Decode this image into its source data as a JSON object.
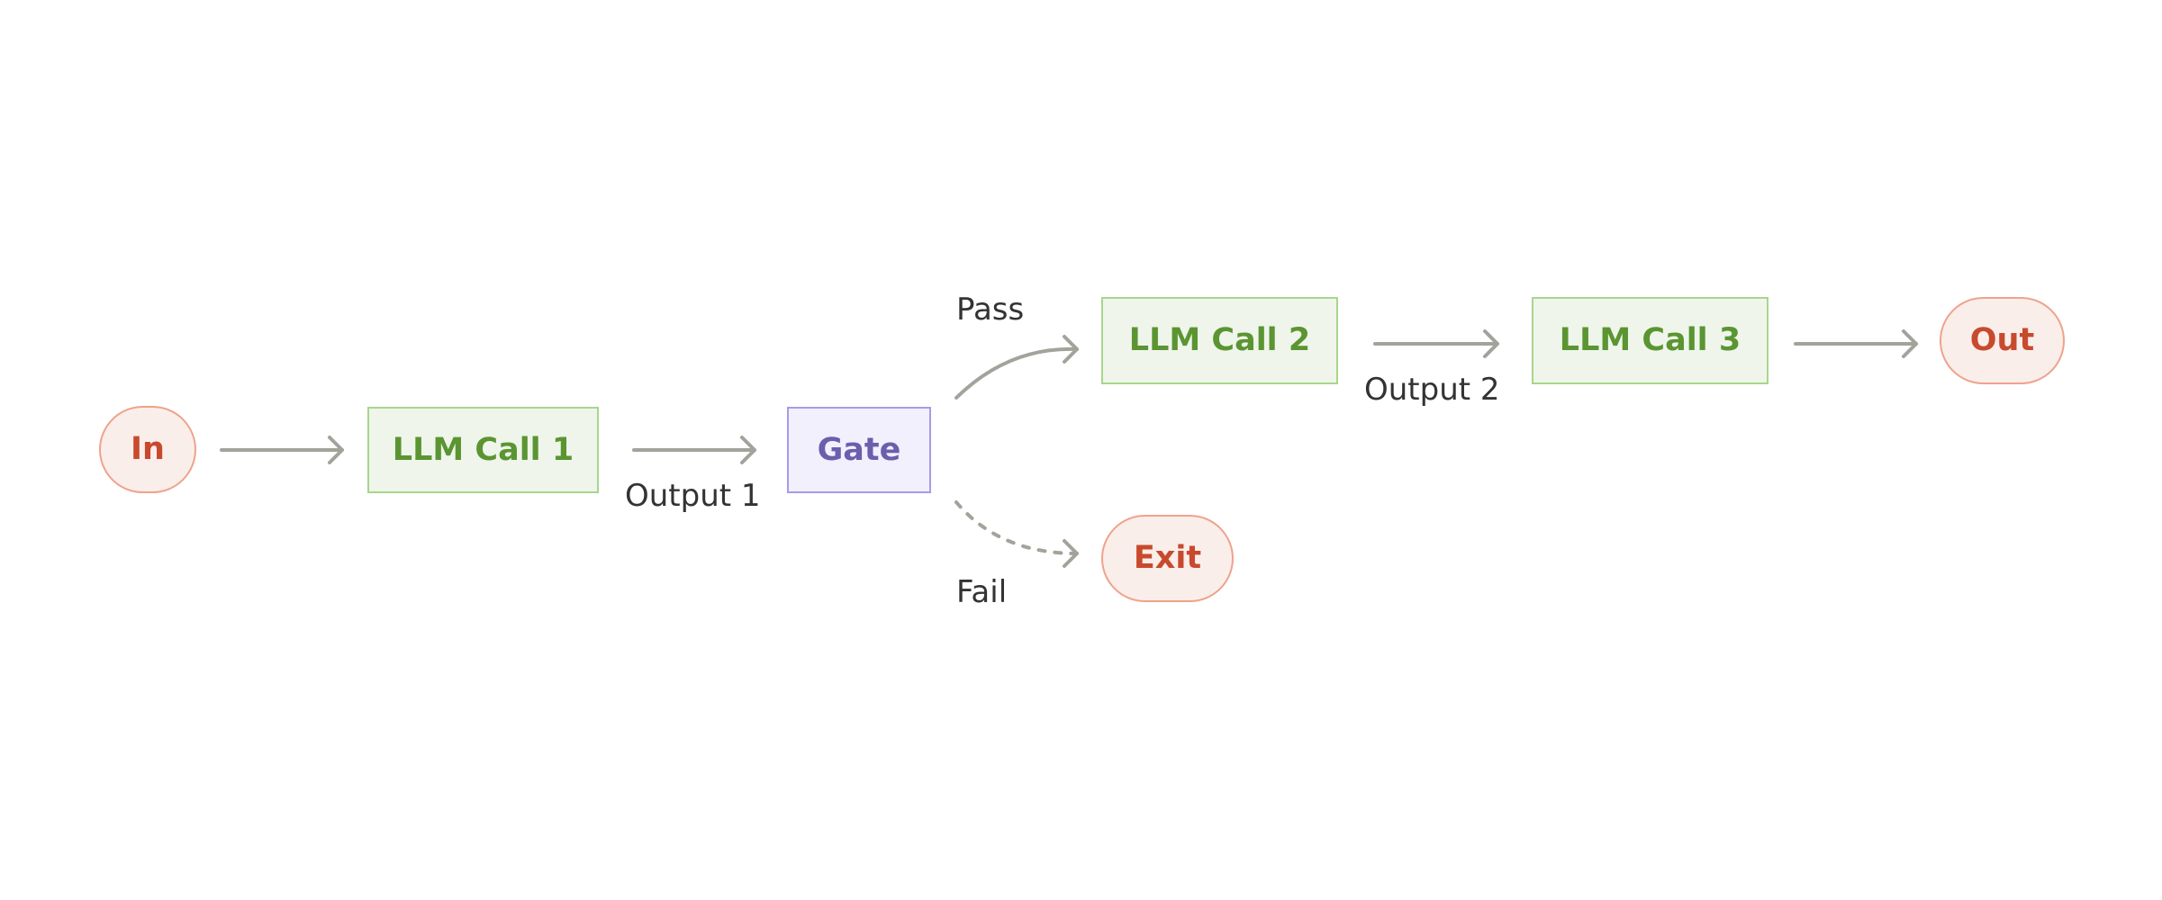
{
  "nodes": {
    "in": "In",
    "llm_call_1": "LLM Call 1",
    "gate": "Gate",
    "llm_call_2": "LLM Call 2",
    "llm_call_3": "LLM Call 3",
    "out": "Out",
    "exit": "Exit"
  },
  "edge_labels": {
    "output_1": "Output 1",
    "pass": "Pass",
    "fail": "Fail",
    "output_2": "Output 2"
  },
  "colors": {
    "terminal_fill": "#faeeea",
    "terminal_border": "#eea38c",
    "terminal_text": "#c84a2d",
    "llm_fill": "#eff5ea",
    "llm_border": "#a7d68c",
    "llm_text": "#5a9532",
    "gate_fill": "#f2f0fd",
    "gate_border": "#a69bea",
    "gate_text": "#6c5ead",
    "arrow": "#a3a39c"
  }
}
